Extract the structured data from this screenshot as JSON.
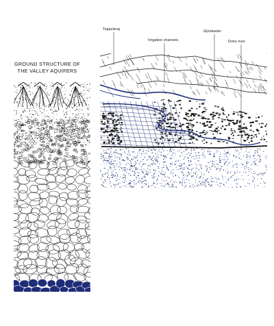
{
  "left_panel": {
    "title": "GROUND STRUCTURE OF THE VALLEY AQUIFERS"
  },
  "right_panel": {
    "labels": [
      {
        "text": "Toppuleraj"
      },
      {
        "text": "Irrigation channels"
      },
      {
        "text": "Gjirokaster"
      },
      {
        "text": "Drino river"
      }
    ]
  },
  "colors": {
    "ink": "#111111",
    "accent": "#1f2d78"
  }
}
